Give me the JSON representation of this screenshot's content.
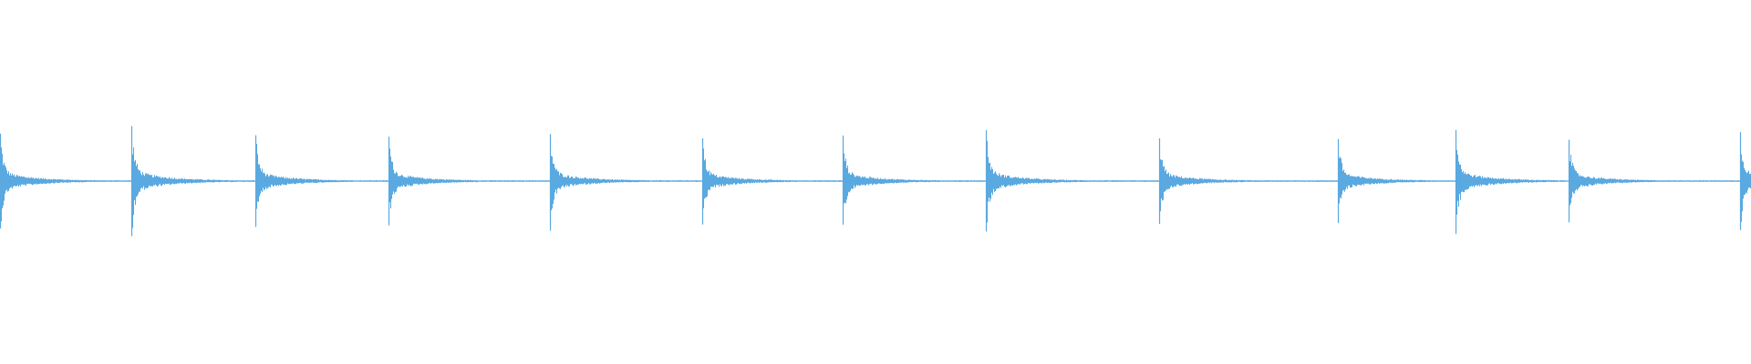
{
  "waveform": {
    "color": "#5aa9e0",
    "background": "#ffffff",
    "transients": [
      {
        "onset": 0.0,
        "peak": 0.62
      },
      {
        "onset": 0.075,
        "peak": 0.72
      },
      {
        "onset": 0.146,
        "peak": 0.6
      },
      {
        "onset": 0.222,
        "peak": 0.58
      },
      {
        "onset": 0.314,
        "peak": 0.61
      },
      {
        "onset": 0.401,
        "peak": 0.56
      },
      {
        "onset": 0.481,
        "peak": 0.57
      },
      {
        "onset": 0.563,
        "peak": 0.66
      },
      {
        "onset": 0.662,
        "peak": 0.56
      },
      {
        "onset": 0.764,
        "peak": 0.55
      },
      {
        "onset": 0.831,
        "peak": 0.67
      },
      {
        "onset": 0.896,
        "peak": 0.54
      },
      {
        "onset": 0.994,
        "peak": 0.64
      }
    ],
    "noise_floor": 0.012
  }
}
